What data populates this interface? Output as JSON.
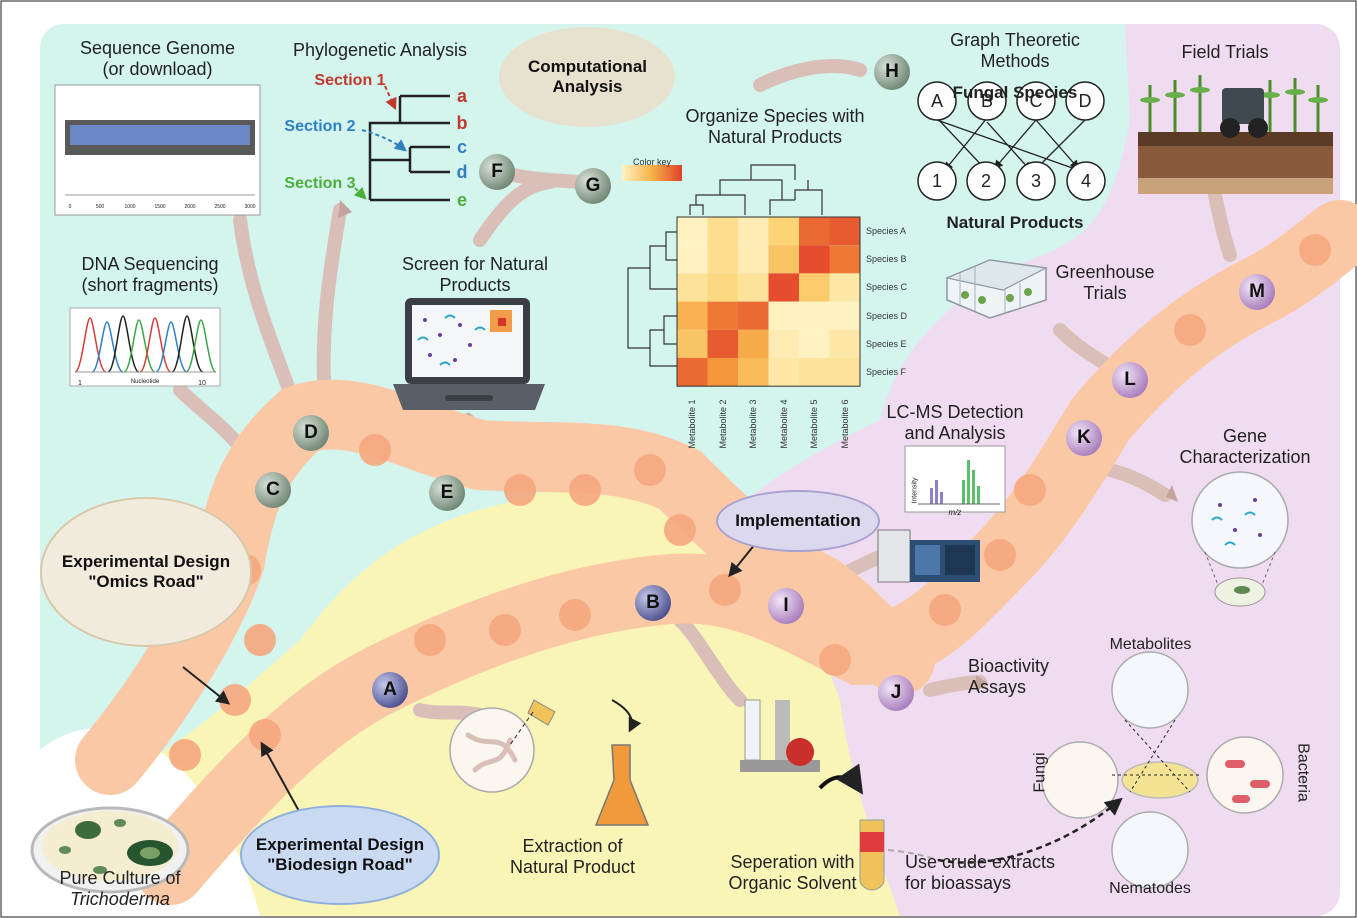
{
  "colors": {
    "computational_region": "#d4f4ee",
    "implementation_region": "#f0dcf0",
    "biodesign_region": "#f8f5b6",
    "cell_fill": "#fbc8a6",
    "cell_stroke": "#e08a55",
    "nucleus": "#f6a77e",
    "hypha": "#d9bfb8",
    "marker_green": "#889c8c",
    "marker_blue": "#6f74a8",
    "marker_purple": "#c9a3d6"
  },
  "titles": {
    "sequence_genome": "Sequence Genome\n(or download)",
    "phylogenetic": "Phylogenetic Analysis",
    "computational": "Computational\nAnalysis",
    "graph_theoretic": "Graph Theoretic\nMethods",
    "field_trials": "Field Trials",
    "organize_species": "Organize Species with\nNatural Products",
    "dna_sequencing": "DNA Sequencing\n(short fragments)",
    "screen_natural": "Screen for Natural\nProducts",
    "greenhouse": "Greenhouse\nTrials",
    "lcms": "LC-MS Detection\nand Analysis",
    "gene_char": "Gene\nCharacterization",
    "implementation": "Implementation",
    "omics_road": "Experimental Design\n\"Omics Road\"",
    "biodesign_road": "Experimental Design\n\"Biodesign Road\"",
    "bioactivity": "Bioactivity\nAssays",
    "metabolites": "Metabolites",
    "fungi": "Fungi",
    "bacteria": "Bacteria",
    "nematodes": "Nematodes",
    "pure_culture": "Pure Culture of",
    "pure_culture_italic": "Trichoderma",
    "extraction": "Extraction of\nNatural Product",
    "separation": "Seperation with\nOrganic Solvent",
    "crude": "Use crude extracts\nfor bioassays"
  },
  "phylogeny": {
    "sections": [
      "Section 1",
      "Section 2",
      "Section 3"
    ],
    "tips": [
      "a",
      "b",
      "c",
      "d",
      "e"
    ]
  },
  "graph": {
    "top_label": "Fungal Species",
    "bottom_label": "Natural Products",
    "top_nodes": [
      "A",
      "B",
      "C",
      "D"
    ],
    "bottom_nodes": [
      "1",
      "2",
      "3",
      "4"
    ]
  },
  "heatmap": {
    "color_key": "Color key",
    "rows": [
      "Species A",
      "Species B",
      "Species C",
      "Species D",
      "Species E",
      "Species F"
    ],
    "cols": [
      "Metabolite 1",
      "Metabolite 2",
      "Metabolite 3",
      "Metabolite 4",
      "Metabolite 5",
      "Metabolite 6"
    ],
    "values": [
      [
        0.05,
        0.25,
        0.1,
        0.35,
        0.85,
        0.9
      ],
      [
        0.05,
        0.25,
        0.1,
        0.45,
        0.95,
        0.8
      ],
      [
        0.2,
        0.3,
        0.2,
        0.95,
        0.4,
        0.15
      ],
      [
        0.55,
        0.8,
        0.85,
        0.05,
        0.05,
        0.05
      ],
      [
        0.45,
        0.9,
        0.6,
        0.1,
        0.05,
        0.15
      ],
      [
        0.85,
        0.7,
        0.5,
        0.15,
        0.2,
        0.2
      ]
    ]
  },
  "dna_plot": {
    "x_start": "1",
    "x_label": "Nucleotide",
    "x_end": "10"
  },
  "lcms_plot": {
    "y_label": "Intensity",
    "x_label": "m/z"
  },
  "genome_plot": {
    "x_ticks": [
      "0",
      "500",
      "1000",
      "1500",
      "2000",
      "2500",
      "3000"
    ]
  },
  "markers": {
    "A": "A",
    "B": "B",
    "C": "C",
    "D": "D",
    "E": "E",
    "F": "F",
    "G": "G",
    "H": "H",
    "I": "I",
    "J": "J",
    "K": "K",
    "L": "L",
    "M": "M"
  }
}
